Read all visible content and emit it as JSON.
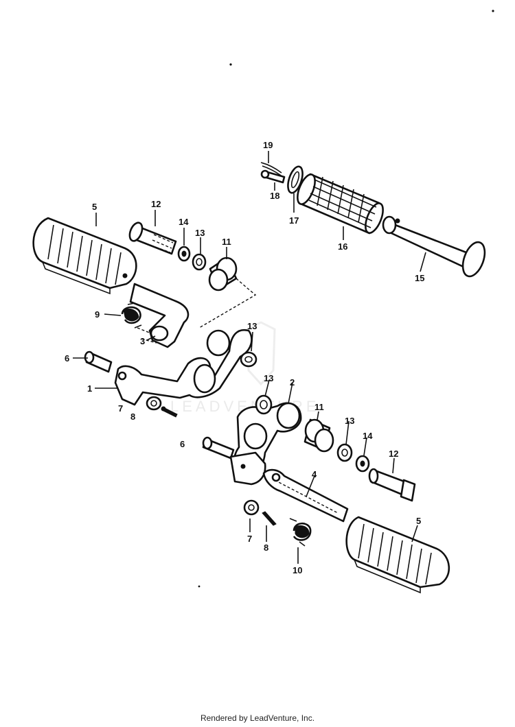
{
  "watermark": {
    "text": "LEADVENTURE"
  },
  "footer": {
    "text": "Rendered by LeadVenture, Inc."
  },
  "callouts": {
    "left": {
      "1": "1",
      "3": "3",
      "5": "5",
      "6": "6",
      "7": "7",
      "8": "8",
      "9": "9",
      "11": "11",
      "12": "12",
      "13a": "13",
      "13b": "13",
      "14": "14"
    },
    "right": {
      "2": "2",
      "4": "4",
      "5": "5",
      "6": "6",
      "7": "7",
      "8": "8",
      "10": "10",
      "11": "11",
      "12": "12",
      "13a": "13",
      "13b": "13",
      "14": "14"
    },
    "pillion": {
      "15": "15",
      "16": "16",
      "17": "17",
      "18": "18",
      "19": "19"
    }
  }
}
